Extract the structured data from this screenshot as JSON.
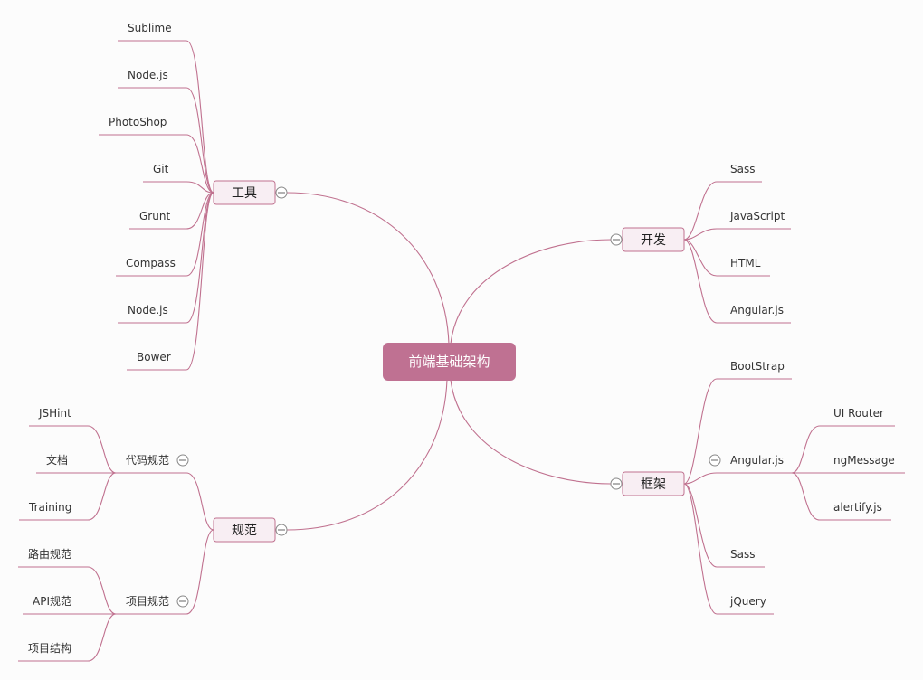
{
  "root": {
    "label": "前端基础架构",
    "color": "#bf7192"
  },
  "colors": {
    "edge": "#c0718f",
    "topic_fill": "#f8eef3",
    "background": "#fcfcfc"
  },
  "branches": {
    "tools": {
      "label": "工具",
      "children": [
        "Sublime",
        "Node.js",
        "PhotoShop",
        "Git",
        "Grunt",
        "Compass",
        "Node.js",
        "Bower"
      ]
    },
    "dev": {
      "label": "开发",
      "children": [
        "Sass",
        "JavaScript",
        "HTML",
        "Angular.js"
      ]
    },
    "framework": {
      "label": "框架",
      "children": [
        "BootStrap",
        "Angular.js",
        "Sass",
        "jQuery"
      ],
      "angular_children": [
        "UI Router",
        "ngMessage",
        "alertify.js"
      ]
    },
    "spec": {
      "label": "规范",
      "code": {
        "label": "代码规范",
        "children": [
          "JSHint",
          "文档",
          "Training"
        ]
      },
      "project": {
        "label": "项目规范",
        "children": [
          "路由规范",
          "API规范",
          "项目结构"
        ]
      }
    }
  },
  "icons": {
    "collapse": "minus-circle-icon"
  }
}
